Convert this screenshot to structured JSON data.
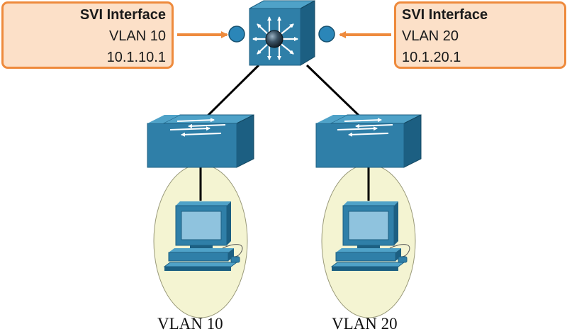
{
  "svi_left": {
    "title": "SVI Interface",
    "vlan": "VLAN 10",
    "ip": "10.1.10.1"
  },
  "svi_right": {
    "title": "SVI Interface",
    "vlan": "VLAN 20",
    "ip": "10.1.20.1"
  },
  "vlans": [
    {
      "label": "VLAN 10"
    },
    {
      "label": "VLAN 20"
    }
  ],
  "colors": {
    "box_fill": "#fce0c8",
    "box_border": "#ee8a3c",
    "arrow": "#ee8a3c",
    "device_blue": "#2f7fa8",
    "device_dark": "#1c5f82",
    "device_light": "#4fa2c8",
    "vlan_zone": "#f4f4d2",
    "port_dot": "#2b86b8"
  },
  "icons": [
    "multilayer-switch-icon",
    "switch-icon",
    "pc-icon"
  ]
}
